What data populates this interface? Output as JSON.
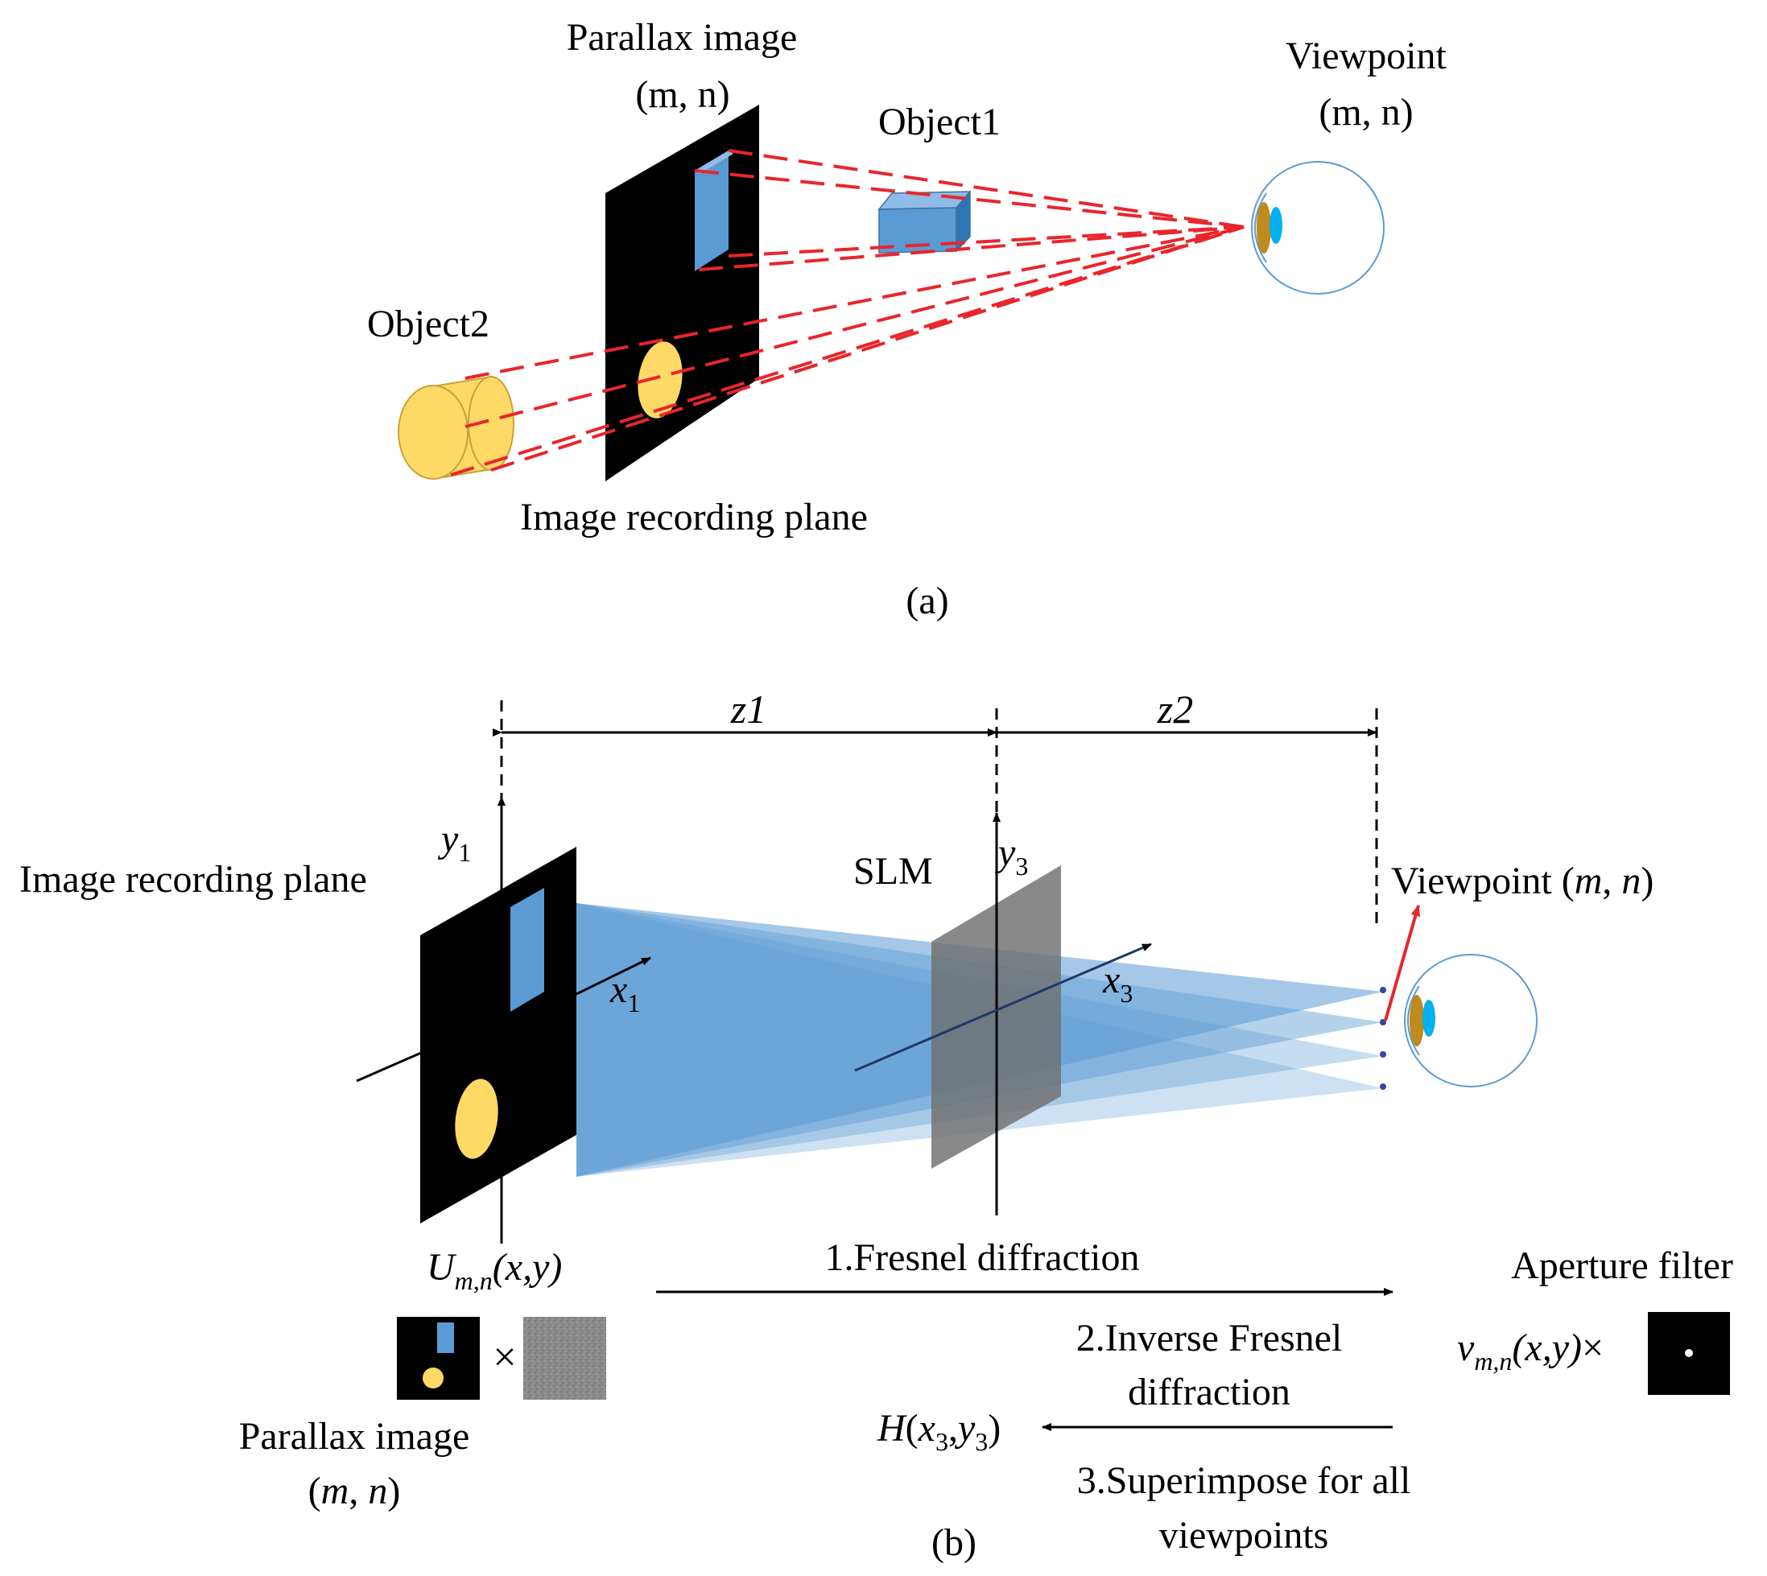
{
  "panel_a": {
    "parallax_title": "Parallax image",
    "parallax_index": "(m, n)",
    "object1": "Object1",
    "object2": "Object2",
    "viewpoint_title": "Viewpoint",
    "viewpoint_index": "(m, n)",
    "plane_label": "Image recording plane",
    "caption": "(a)"
  },
  "panel_b": {
    "z1": "z1",
    "z2": "z2",
    "y1_letter": "y",
    "y1_sub": "1",
    "x1_letter": "x",
    "x1_sub": "1",
    "y3_letter": "y",
    "y3_sub": "3",
    "x3_letter": "x",
    "x3_sub": "3",
    "plane_label": "Image recording plane",
    "slm": "SLM",
    "viewpoint_prefix": "Viewpoint (",
    "viewpoint_m": "m",
    "viewpoint_comma": ", ",
    "viewpoint_n": "n",
    "viewpoint_suffix": ")",
    "u_letter": "U",
    "u_sub": "m,n",
    "u_args": "(x,y)",
    "times1": "×",
    "parallax_title": "Parallax image",
    "parallax_index_open": "(",
    "parallax_index_m": "m",
    "parallax_index_comma": ", ",
    "parallax_index_n": "n",
    "parallax_index_close": ")",
    "step1": "1.Fresnel diffraction",
    "step2_line1": "2.Inverse Fresnel",
    "step2_line2": "diffraction",
    "step3_line1": "3.Superimpose for all",
    "step3_line2": "viewpoints",
    "h_letter": "H",
    "h_open": "(",
    "h_x": "x",
    "h_x_sub": "3",
    "h_comma": ",",
    "h_y": "y",
    "h_y_sub": "3",
    "h_close": ")",
    "aperture_title": "Aperture filter",
    "v_letter": "v",
    "v_sub": "m,n",
    "v_args": "(x,y)",
    "times2": "×",
    "caption": "(b)"
  },
  "colors": {
    "ray_red": "#e8262b",
    "object_blue": "#5b9bd5",
    "object_yellow": "#ffd966",
    "eye_outline": "#5b9bd5",
    "eye_lens_brown": "#c08a1c",
    "eye_pupil_cyan": "#00b0f0",
    "light_blue": "#5b9bd5",
    "slm_gray": "#6f6f6f"
  }
}
